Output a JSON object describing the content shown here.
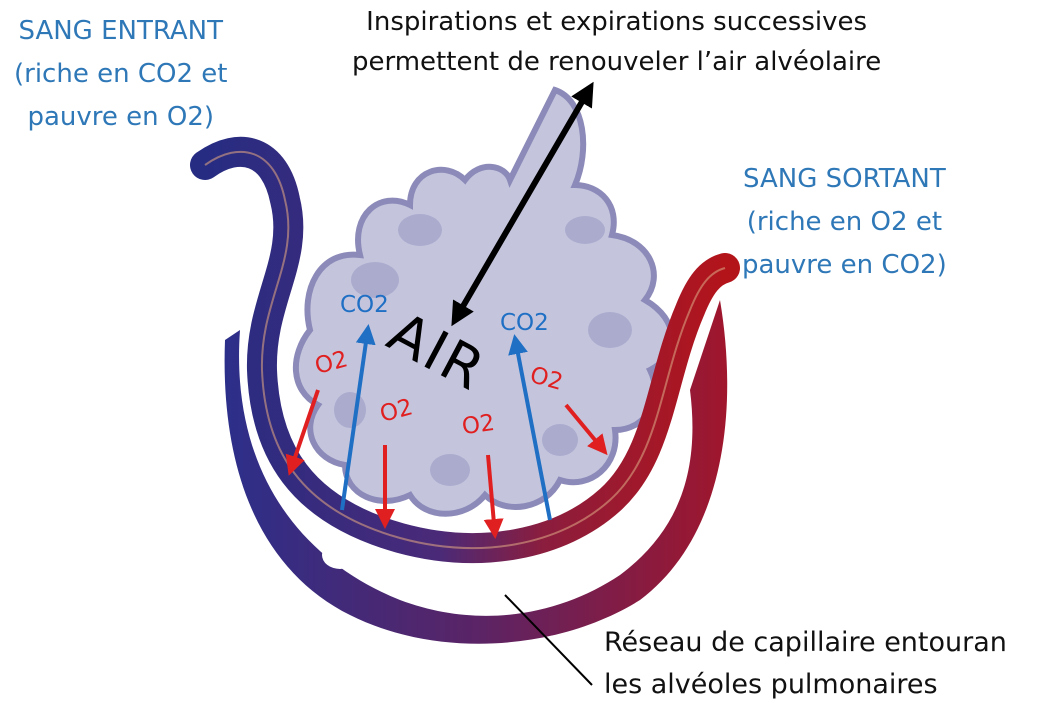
{
  "labels": {
    "blood_in": {
      "title": "SANG ENTRANT",
      "line1": "(riche en CO2 et",
      "line2": "pauvre en O2)"
    },
    "blood_out": {
      "title": "SANG SORTANT",
      "line1": "(riche en O2 et",
      "line2": "pauvre en CO2)"
    },
    "breathing": {
      "line1": "Inspirations et expirations successives",
      "line2": "permettent de renouveler l’air alvéolaire"
    },
    "air": "AIR",
    "network": {
      "line1": "Réseau de capillaire entouran",
      "line2": "les alvéoles pulmonaires"
    }
  },
  "gases": {
    "co2_left": "CO2",
    "co2_right": "CO2",
    "o2_a": "O2",
    "o2_b": "O2",
    "o2_c": "O2",
    "o2_d": "O2"
  },
  "colors": {
    "label_blue": "#2f78b8",
    "co2_arrow": "#1f6fc4",
    "o2_arrow": "#e02020",
    "venous_blood": "#2a2f86",
    "arterial_blood": "#b3141a",
    "alveolus": "#c4c5dd"
  }
}
